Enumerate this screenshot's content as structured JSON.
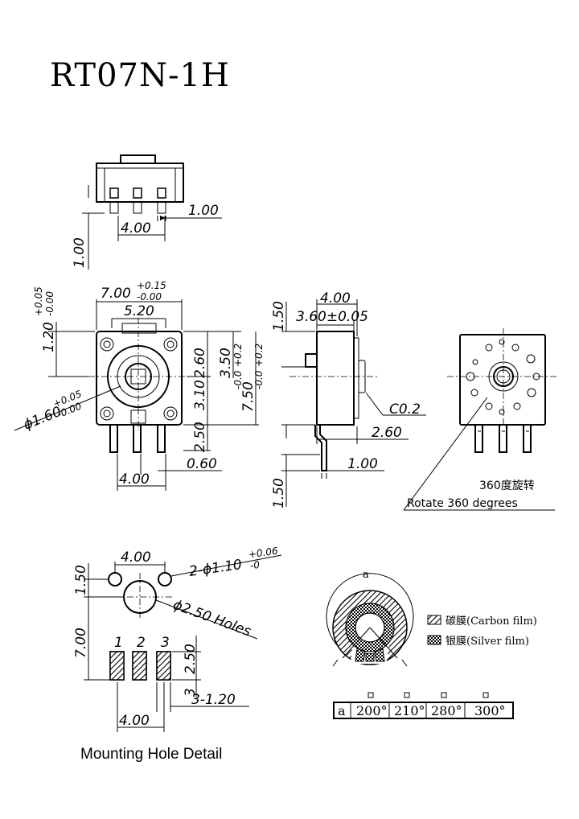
{
  "title": "RT07N-1H",
  "top_view": {
    "dim_pin_pitch": "1.00",
    "dim_width": "4.00",
    "dim_height": "1.00"
  },
  "front_view": {
    "dim_width": "7.00",
    "dim_width_tol_plus": "+0.15",
    "dim_width_tol_minus": "-0.00",
    "dim_inner": "5.20",
    "dim_top": "1.20",
    "dim_top_tol_plus": "+0.05",
    "dim_top_tol_minus": "-0.00",
    "dim_hole": "ϕ1.60",
    "dim_hole_tol_plus": "+0.05",
    "dim_hole_tol_minus": "-0.00",
    "dim_260": "2.60",
    "dim_310": "3.10",
    "dim_350": "3.50",
    "dim_350_tol_plus": "+0.2",
    "dim_350_tol_minus": "-0.0",
    "dim_750": "7.50",
    "dim_750_tol_plus": "+0.2",
    "dim_750_tol_minus": "-0.0",
    "dim_250": "2.50",
    "dim_060": "0.60",
    "dim_400": "4.00"
  },
  "side_view": {
    "dim_150_top": "1.50",
    "dim_400": "4.00",
    "dim_360": "3.60±0.05",
    "dim_c02": "C0.2",
    "dim_260": "2.60",
    "dim_100": "1.00",
    "dim_150_bottom": "1.50"
  },
  "back_view": {
    "note_cn": "360度旋转",
    "note_en": "Rotate 360 degrees"
  },
  "mounting": {
    "dim_400_top": "4.00",
    "dim_holes_small": "2-ϕ1.10",
    "dim_holes_small_tol_plus": "+0.06",
    "dim_holes_small_tol_minus": "-0",
    "dim_150": "1.50",
    "dim_hole_large": "ϕ2.50 Holes",
    "dim_700": "7.00",
    "pin_1": "1",
    "pin_2": "2",
    "pin_3": "3",
    "dim_250": "2.50",
    "dim_slots": "3-1.20",
    "dim_3_label": "3",
    "dim_400_bottom": "4.00",
    "caption": "Mounting Hole Detail"
  },
  "element": {
    "label_a": "a",
    "legend_carbon": "碳膜(Carbon film)",
    "legend_silver": "银膜(Silver film)",
    "table_header": "a",
    "table_values": [
      "200°",
      "210°",
      "280°",
      "300°"
    ]
  }
}
